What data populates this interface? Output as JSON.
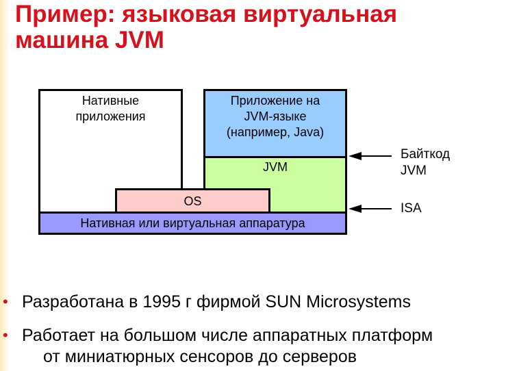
{
  "slide": {
    "title_line1": "Пример: языковая виртуальная",
    "title_line2": "машина JVM"
  },
  "diagram": {
    "native_apps": [
      "Нативные",
      "приложения"
    ],
    "jvm_app": [
      "Приложение на",
      "JVM-языке",
      "(например, Java)"
    ],
    "jvm": "JVM",
    "os": "OS",
    "hardware": "Нативная или виртуальная аппаратура",
    "bytecode_label": [
      "Байткод",
      "JVM"
    ],
    "isa_label": "ISA"
  },
  "bullets": [
    {
      "lines": [
        "Разработана в 1995 г фирмой SUN Microsystems"
      ]
    },
    {
      "lines": [
        "Работает на большом числе аппаратных платформ",
        "от миниатюрных сенсоров до серверов"
      ]
    }
  ],
  "colors": {
    "title": "#d8101b",
    "jvm_app_fill": "#99ccff",
    "jvm_fill": "#ccffa0",
    "os_fill": "#ffcccc",
    "hardware_fill": "#9999ff",
    "bullet": "#d8101b"
  }
}
